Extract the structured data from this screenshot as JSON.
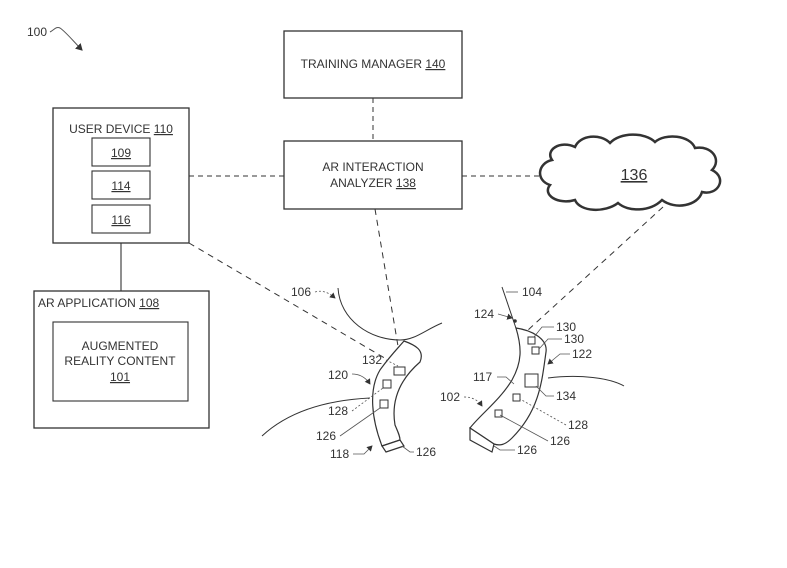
{
  "figure": {
    "ref": "100",
    "colors": {
      "stroke": "#333333",
      "background": "#ffffff"
    }
  },
  "nodes": {
    "training_manager": {
      "label": "TRAINING MANAGER",
      "ref": "140"
    },
    "ar_interaction_analyzer": {
      "line1": "AR INTERACTION",
      "line2": "ANALYZER",
      "ref": "138"
    },
    "user_device": {
      "label": "USER DEVICE",
      "ref": "110",
      "components": [
        "109",
        "114",
        "116"
      ]
    },
    "ar_application": {
      "label": "AR APPLICATION",
      "ref": "108"
    },
    "ar_content": {
      "line1": "AUGMENTED",
      "line2": "REALITY CONTENT",
      "ref": "101"
    },
    "cloud": {
      "ref": "136"
    }
  },
  "callouts": {
    "left_device": {
      "c106": "106",
      "c132": "132",
      "c120": "120",
      "c128": "128",
      "c126a": "126",
      "c118": "118",
      "c126b": "126"
    },
    "right_device": {
      "c104": "104",
      "c124": "124",
      "c130a": "130",
      "c130b": "130",
      "c122": "122",
      "c117": "117",
      "c134": "134",
      "c102": "102",
      "c128": "128",
      "c126a": "126",
      "c126b": "126"
    }
  }
}
